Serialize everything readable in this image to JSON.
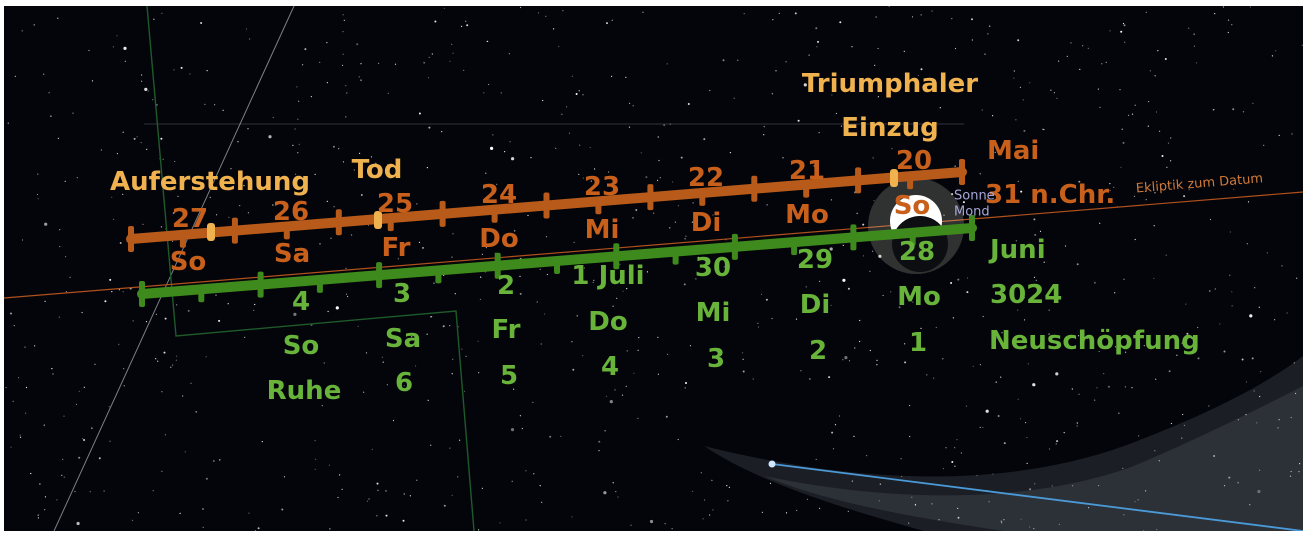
{
  "colors": {
    "sky": "#03050b",
    "orange_timeline": "#b85a1a",
    "orange_text": "#c8601c",
    "gold_text": "#f0b24e",
    "green_timeline": "#3e8a1c",
    "green_text": "#68b43a",
    "ecliptic": "#b0501c",
    "constellation_line": "#1f5a2a",
    "meteor_line": "#4a9ad8"
  },
  "icons": [
    "sun-icon",
    "moon-icon",
    "star-icon"
  ],
  "orange_days": [
    {
      "num": "27",
      "weekday": "So"
    },
    {
      "num": "26",
      "weekday": "Sa"
    },
    {
      "num": "25",
      "weekday": "Fr"
    },
    {
      "num": "24",
      "weekday": "Do"
    },
    {
      "num": "23",
      "weekday": "Mi"
    },
    {
      "num": "22",
      "weekday": "Di"
    },
    {
      "num": "21",
      "weekday": "Mo"
    },
    {
      "num": "20",
      "weekday": "So"
    }
  ],
  "orange_events": {
    "resurrection": "Auferstehung",
    "death": "Tod",
    "entry_line1": "Triumphaler",
    "entry_line2": "Einzug"
  },
  "orange_side": {
    "month": "Mai",
    "year": "31 n.Chr."
  },
  "ecliptic_label": "Ekliptik zum Datum",
  "sun_label": "Sonne",
  "moon_label": "Mond",
  "green_days": [
    {
      "num": "4",
      "weekday": "So",
      "day": "Ruhe"
    },
    {
      "num": "3",
      "weekday": "Sa",
      "day": "6"
    },
    {
      "num": "2",
      "weekday": "Fr",
      "day": "5"
    },
    {
      "num": "1 Juli",
      "weekday": "Do",
      "day": "4"
    },
    {
      "num": "30",
      "weekday": "Mi",
      "day": "3"
    },
    {
      "num": "29",
      "weekday": "Di",
      "day": "2"
    },
    {
      "num": "28",
      "weekday": "Mo",
      "day": "1"
    }
  ],
  "green_side": {
    "month": "Juni",
    "year": "3024",
    "event": "Neuschöpfung"
  }
}
